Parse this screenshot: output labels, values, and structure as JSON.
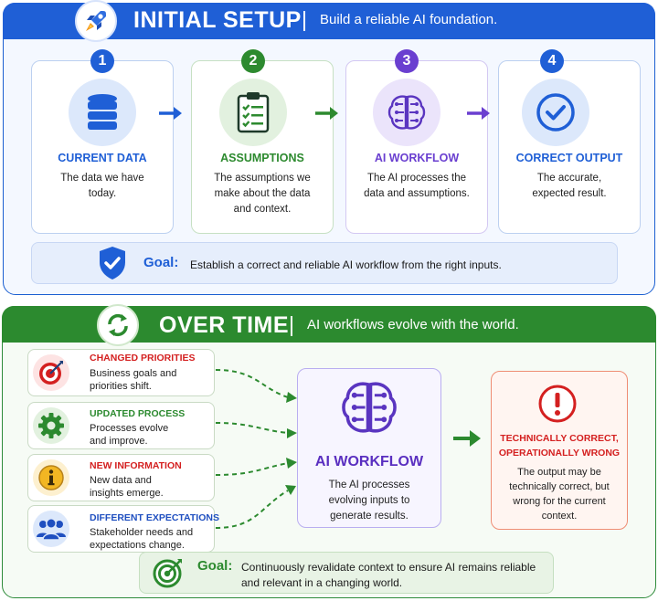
{
  "setup": {
    "title": "INITIAL SETUP",
    "subtitle": "Build a reliable AI foundation.",
    "steps": [
      {
        "number": "1",
        "title": "CURRENT DATA",
        "desc": "The data we have today.",
        "color": "#1f5fd6"
      },
      {
        "number": "2",
        "title": "ASSUMPTIONS",
        "desc": "The assumptions we make about the data and context.",
        "color": "#2d8a2f"
      },
      {
        "number": "3",
        "title": "AI WORKFLOW",
        "desc": "The AI processes the data and assumptions.",
        "color": "#6a3fd0"
      },
      {
        "number": "4",
        "title": "CORRECT OUTPUT",
        "desc": "The accurate, expected result.",
        "color": "#1f5fd6"
      }
    ],
    "goal_label": "Goal:",
    "goal_text": "Establish a correct and reliable AI workflow from the right inputs."
  },
  "over_time": {
    "title": "OVER TIME",
    "subtitle": "AI workflows evolve with the world.",
    "factors": [
      {
        "title": "CHANGED PRIORITIES",
        "desc": "Business goals and priorities shift.",
        "color": "#d42020"
      },
      {
        "title": "UPDATED PROCESS",
        "desc": "Processes evolve and improve.",
        "color": "#2d8a2f"
      },
      {
        "title": "NEW INFORMATION",
        "desc": "New data and insights emerge.",
        "color": "#d42020"
      },
      {
        "title": "DIFFERENT EXPECTATIONS",
        "desc": "Stakeholder needs and expectations change.",
        "color": "#1f4fc0"
      }
    ],
    "workflow": {
      "title": "AI WORKFLOW",
      "desc": "The AI processes evolving inputs to generate results."
    },
    "output": {
      "title": "TECHNICALLY CORRECT, OPERATIONALLY WRONG",
      "desc": "The output may be technically correct, but wrong for the current context."
    },
    "goal_label": "Goal:",
    "goal_text": "Continuously revalidate context to ensure AI remains reliable and relevant in a changing world."
  },
  "colors": {
    "blue": "#1f5fd6",
    "green": "#2c8a2f",
    "purple": "#6a3fd0",
    "red": "#d42020"
  }
}
